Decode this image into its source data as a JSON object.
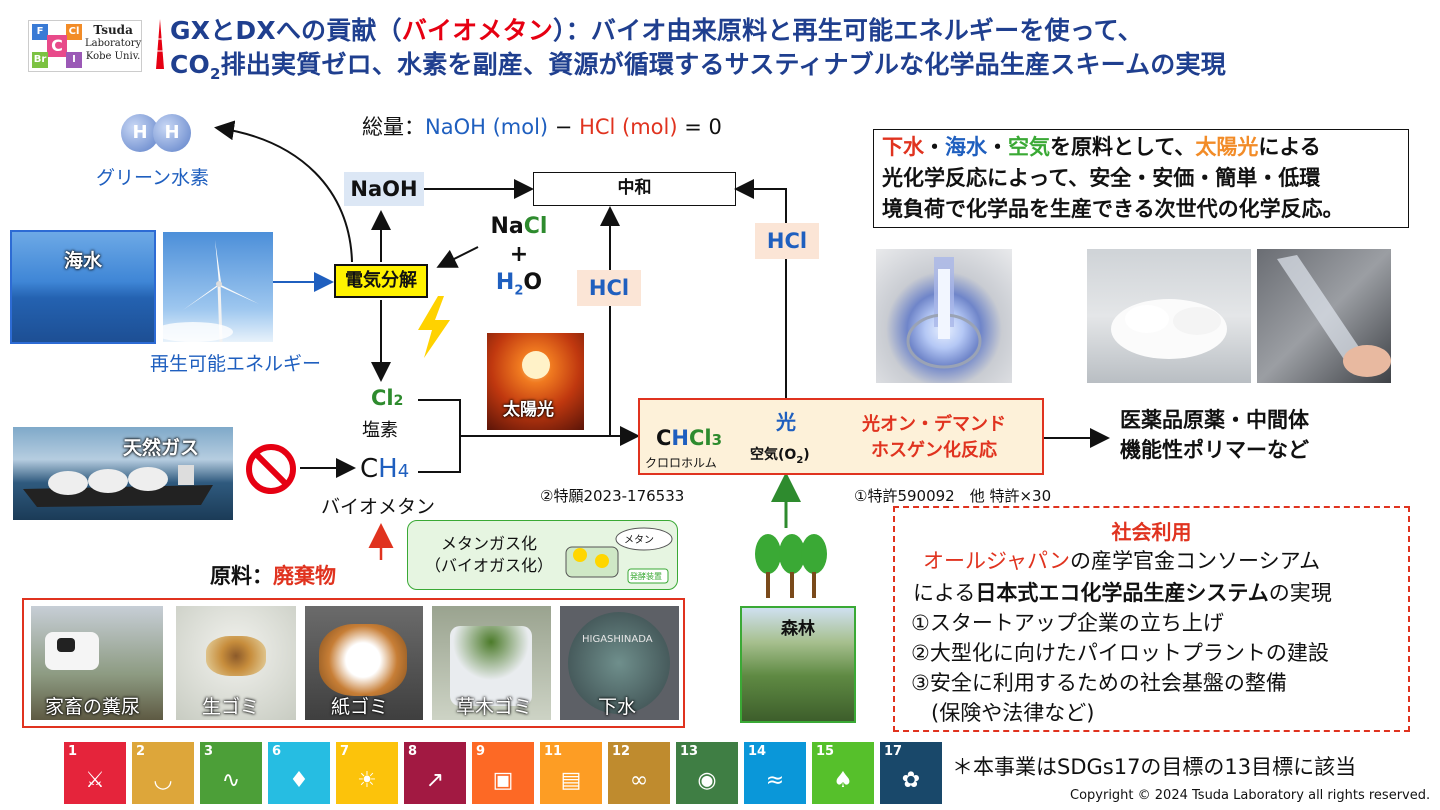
{
  "title": {
    "line1_pre": "GXとDXへの貢献（",
    "line1_red": "バイオメタン",
    "line1_post": "）：バイオ由来原料と再生可能エネルギーを使って、",
    "line2_pre": "CO",
    "line2_sub": "2",
    "line2_post": "排出実質ゼロ、水素を副産、資源が循環するサスティナブルな化学品生産スキームの実現"
  },
  "logo": {
    "letters": [
      "F",
      "Cl",
      "C",
      "Br",
      "I"
    ],
    "lab_name": "Tsuda",
    "lab_line2": "Laboratory",
    "lab_line3": "Kobe Univ."
  },
  "hydrogen": {
    "atom_label": "H",
    "label": "グリーン水素"
  },
  "total_formula": {
    "prefix": "総量：",
    "naoh": "NaOH (mol)",
    "minus": " − ",
    "hcl": "HCl (mol)",
    "suffix": " = 0"
  },
  "naoh": "NaOH",
  "neutralization": "中和",
  "nacl": {
    "line1": "NaCl",
    "line2_pre": "+ H",
    "line2_sub": "2",
    "line2_post": "O"
  },
  "seawater": "海水",
  "renewable": "再生可能エネルギー",
  "electrolysis": "電気分解",
  "hcl_tag": "HCl",
  "solar": "太陽光",
  "cl2": {
    "formula": "Cl2",
    "name": "塩素"
  },
  "natural_gas": "天然ガス",
  "ch4": {
    "formula": "CH4",
    "name": "バイオメタン"
  },
  "patent2": "②特願2023-176533",
  "patent1": "①特許590092　他 特許×30",
  "reaction": {
    "chcl3": "CHCl3",
    "chcl3_name": "クロロホルム",
    "light": "光",
    "air": "空気(O2)",
    "product1": "光オン・デマンド",
    "product2": "ホスゲン化反応"
  },
  "products": {
    "line1": "医薬品原薬・中間体",
    "line2": "機能性ポリマーなど"
  },
  "feature_box": {
    "w1": "下水",
    "dot1": "・",
    "w2": "海水",
    "dot2": "・",
    "w3": "空気",
    "w4": "を原料として、",
    "w5": "太陽光",
    "w6": "による",
    "line2": "光化学反応によって、安全・安価・簡単・低環",
    "line3": "境負荷で化学品を生産できる次世代の化学反応。"
  },
  "methane_box": {
    "line1": "メタンガス化",
    "line2": "（バイオガス化）",
    "bubble": "メタン",
    "tag": "発酵装置"
  },
  "raw_material": {
    "prefix": "原料：",
    "red": "廃棄物"
  },
  "waste_photos": [
    "家畜の糞尿",
    "生ゴミ",
    "紙ゴミ",
    "草木ゴミ",
    "下水"
  ],
  "manhole_text": "HIGASHINADA",
  "forest": "森林",
  "social": {
    "heading": "社会利用",
    "line1_red": "オールジャパン",
    "line1_rest": "の産学官金コンソーシアム",
    "line2_pre": "による",
    "line2_bold": "日本式エコ化学品生産システム",
    "line2_post": "の実現",
    "items": [
      "①スタートアップ企業の立ち上げ",
      "②大型化に向けたパイロットプラントの建設",
      "③安全に利用するための社会基盤の整備"
    ],
    "note": "(保険や法律など)"
  },
  "sdgs": [
    {
      "num": "1",
      "color": "#e5243b",
      "icon": "people-icon"
    },
    {
      "num": "2",
      "color": "#dda63a",
      "icon": "bowl-icon"
    },
    {
      "num": "3",
      "color": "#4c9f38",
      "icon": "heartbeat-icon"
    },
    {
      "num": "6",
      "color": "#26bde2",
      "icon": "water-drop-icon"
    },
    {
      "num": "7",
      "color": "#fcc30b",
      "icon": "sun-icon"
    },
    {
      "num": "8",
      "color": "#a21942",
      "icon": "growth-chart-icon"
    },
    {
      "num": "9",
      "color": "#fd6925",
      "icon": "cubes-icon"
    },
    {
      "num": "11",
      "color": "#fd9d24",
      "icon": "city-icon"
    },
    {
      "num": "12",
      "color": "#bf8b2e",
      "icon": "infinity-icon"
    },
    {
      "num": "13",
      "color": "#3f7e44",
      "icon": "eye-earth-icon"
    },
    {
      "num": "14",
      "color": "#0a97d9",
      "icon": "fish-icon"
    },
    {
      "num": "15",
      "color": "#56c02b",
      "icon": "tree-bird-icon"
    },
    {
      "num": "17",
      "color": "#19486a",
      "icon": "flower-ring-icon"
    }
  ],
  "sdg_note": "＊本事業はSDGs17の目標の13目標に該当",
  "copyright": "Copyright © 2024 Tsuda Laboratory all rights reserved."
}
